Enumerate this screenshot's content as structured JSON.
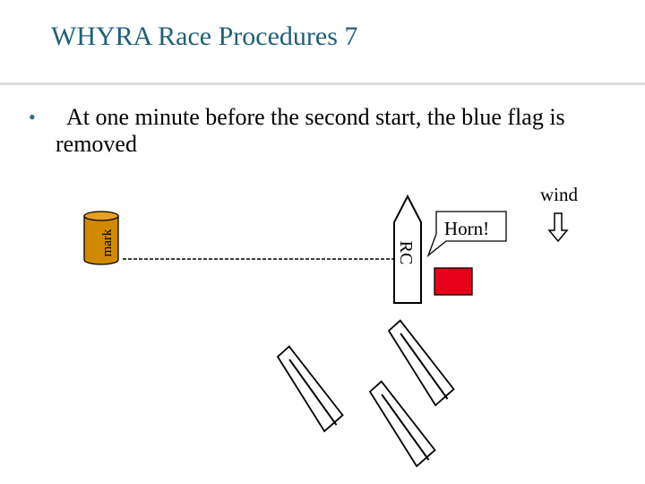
{
  "slide": {
    "title": "WHYRA Race Procedures 7",
    "bullet": "At one minute before the second start, the blue flag is removed"
  },
  "diagram": {
    "mark_label": "mark",
    "rc_label": "RC",
    "horn_label": "Horn!",
    "wind_label": "wind",
    "colors": {
      "mark_fill": "#d08a00",
      "flag_fill": "#e8001a",
      "title_text": "#1f5f78"
    },
    "icons": [
      "mark-buoy-icon",
      "committee-boat-icon",
      "wind-arrow-down-icon",
      "red-flag-icon",
      "sailboat-icon"
    ]
  }
}
